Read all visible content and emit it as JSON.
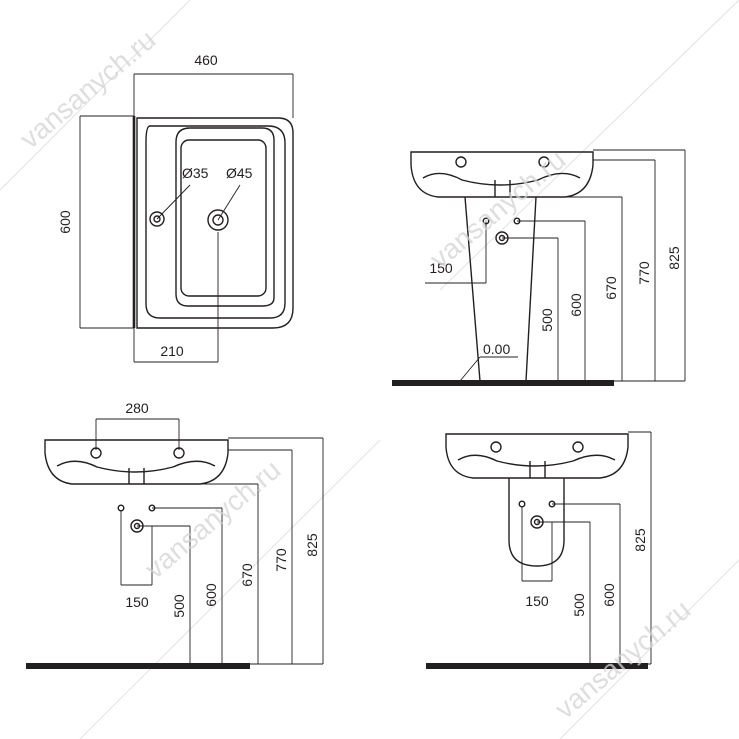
{
  "watermark": "vansanych.ru",
  "top_view": {
    "width": "460",
    "depth": "600",
    "hole_small": "Ø35",
    "hole_large": "Ø45",
    "offset": "210"
  },
  "pedestal_view": {
    "drain_offset": "150",
    "floor_level": "0.00",
    "h_500": "500",
    "h_600": "600",
    "h_670": "670",
    "h_770": "770",
    "h_825": "825"
  },
  "wall_view": {
    "tap_spacing": "280",
    "drain_offset": "150",
    "h_500": "500",
    "h_600": "600",
    "h_670": "670",
    "h_770": "770",
    "h_825": "825"
  },
  "semi_pedestal_view": {
    "drain_offset": "150",
    "h_500": "500",
    "h_600": "600",
    "h_825": "825"
  }
}
